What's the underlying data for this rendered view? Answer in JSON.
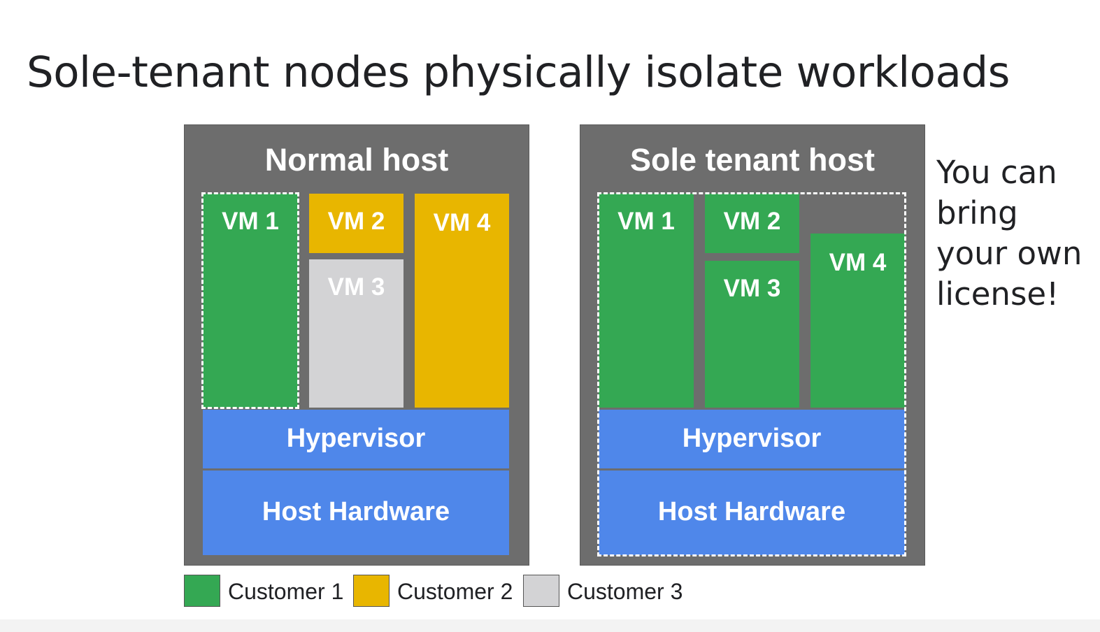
{
  "title": "Sole-tenant nodes physically isolate workloads",
  "normal_host": {
    "title": "Normal host",
    "vms": [
      "VM 1",
      "VM 2",
      "VM 3",
      "VM 4"
    ],
    "hypervisor": "Hypervisor",
    "hardware": "Host Hardware"
  },
  "sole_host": {
    "title": "Sole tenant host",
    "vms": [
      "VM 1",
      "VM 2",
      "VM 3",
      "VM 4"
    ],
    "hypervisor": "Hypervisor",
    "hardware": "Host Hardware"
  },
  "side_note": [
    "You can",
    "bring",
    "your own",
    "license!"
  ],
  "legend": [
    {
      "label": "Customer 1",
      "color": "#34a853"
    },
    {
      "label": "Customer 2",
      "color": "#e8b600"
    },
    {
      "label": "Customer 3",
      "color": "#d3d3d5"
    }
  ]
}
